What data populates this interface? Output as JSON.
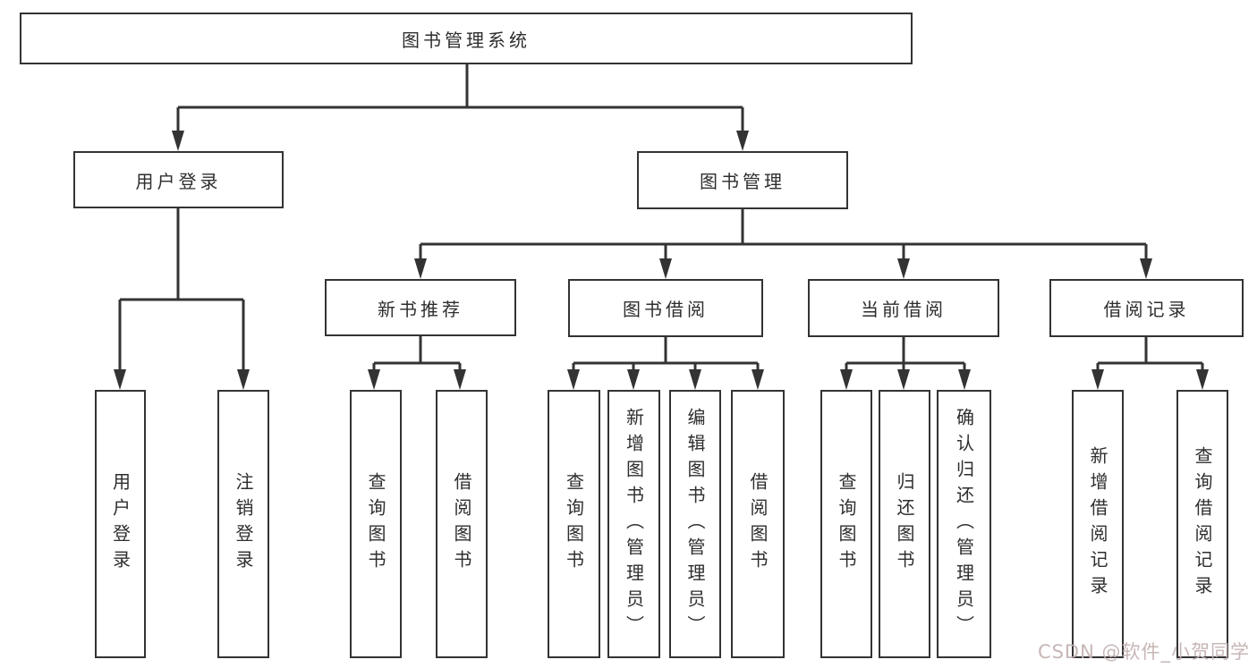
{
  "diagram": {
    "root": {
      "label": "图书管理系统"
    },
    "branches": [
      {
        "label": "用户登录",
        "children": [
          "用户登录",
          "注销登录"
        ]
      },
      {
        "label": "图书管理",
        "groups": [
          {
            "label": "新书推荐",
            "children": [
              "查询图书",
              "借阅图书"
            ]
          },
          {
            "label": "图书借阅",
            "children": [
              "查询图书",
              "新增图书（管理员）",
              "编辑图书（管理员）",
              "借阅图书"
            ]
          },
          {
            "label": "当前借阅",
            "children": [
              "查询图书",
              "归还图书",
              "确认归还（管理员）"
            ]
          },
          {
            "label": "借阅记录",
            "children": [
              "新增借阅记录",
              "查询借阅记录"
            ]
          }
        ]
      }
    ]
  },
  "watermark": {
    "text": "CSDN @软件_小贺同学"
  },
  "colors": {
    "line": "#333333",
    "box_fill": "#ffffff",
    "text": "#2e2e2e",
    "canvas_bg": "#ffffff",
    "watermark": "#c3b0b0"
  }
}
